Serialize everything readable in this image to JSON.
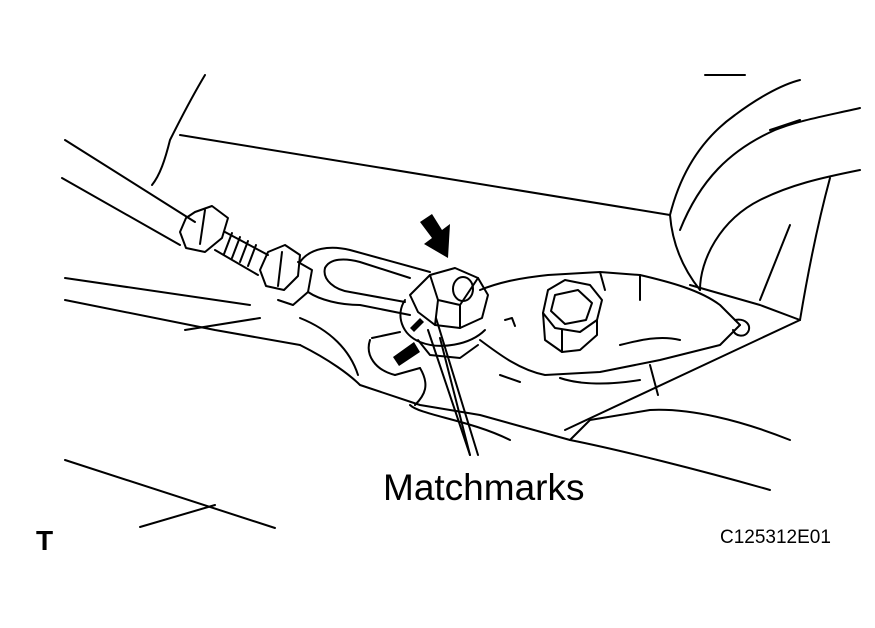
{
  "labels": {
    "callout": "Matchmarks",
    "corner_letter": "T",
    "figure_code": "C125312E01"
  },
  "colors": {
    "line": "#000000",
    "background": "#ffffff"
  }
}
